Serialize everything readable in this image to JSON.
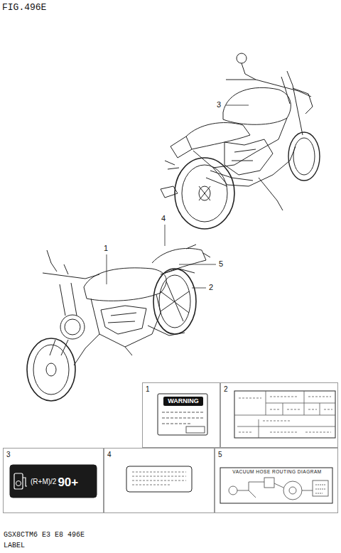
{
  "diagram": {
    "title": "FIG.496E",
    "nodes": [
      {
        "text": [
          "1"
        ]
      },
      {
        "text": [
          "WARNING"
        ],
        "in": 0
      },
      {
        "text": [
          "2"
        ]
      },
      {
        "text": [
          "3"
        ]
      },
      {
        "text": [
          "(R+M)/2",
          "90+"
        ],
        "in": 3
      },
      {
        "text": [
          "4"
        ]
      },
      {
        "text": [
          "5"
        ]
      },
      {
        "text": [
          "VACUUM HOSE ROUTING DIAGRAM"
        ],
        "in": 6
      }
    ],
    "edges": [],
    "labels": [
      "3",
      "4",
      "1",
      "5",
      "2",
      "GSX8CTM6 E3 E8 496E",
      "LABEL"
    ]
  }
}
